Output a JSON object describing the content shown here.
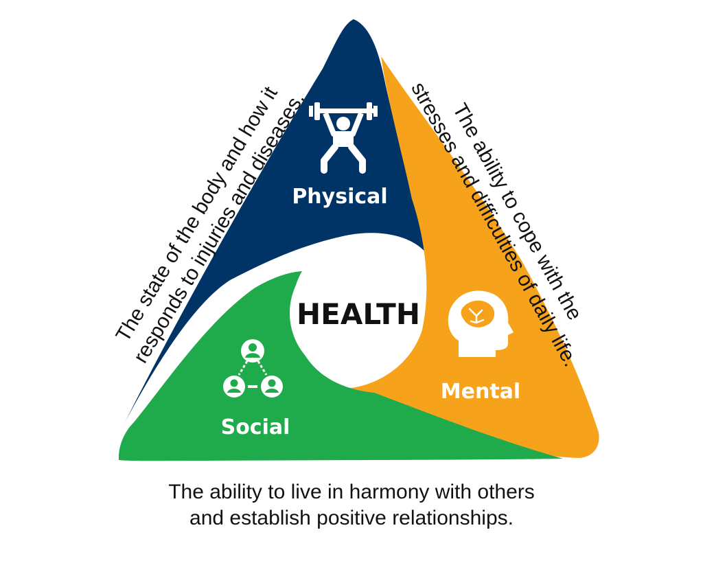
{
  "center": {
    "label": "HEALTH"
  },
  "segments": {
    "physical": {
      "label": "Physical",
      "color": "#003366",
      "icon": "weightlifter-icon"
    },
    "mental": {
      "label": "Mental",
      "color": "#F7A21B",
      "icon": "head-brain-icon"
    },
    "social": {
      "label": "Social",
      "color": "#1FAA4B",
      "icon": "people-network-icon"
    }
  },
  "descriptions": {
    "physical": {
      "line1": "The state of the body and how it",
      "line2": "responds to injuries and diseases."
    },
    "mental": {
      "line1": "The ability to cope with the",
      "line2": "stresses and difficulties of daily life."
    },
    "social": {
      "line1": "The ability to live in harmony with others",
      "line2": "and establish positive relationships."
    }
  }
}
